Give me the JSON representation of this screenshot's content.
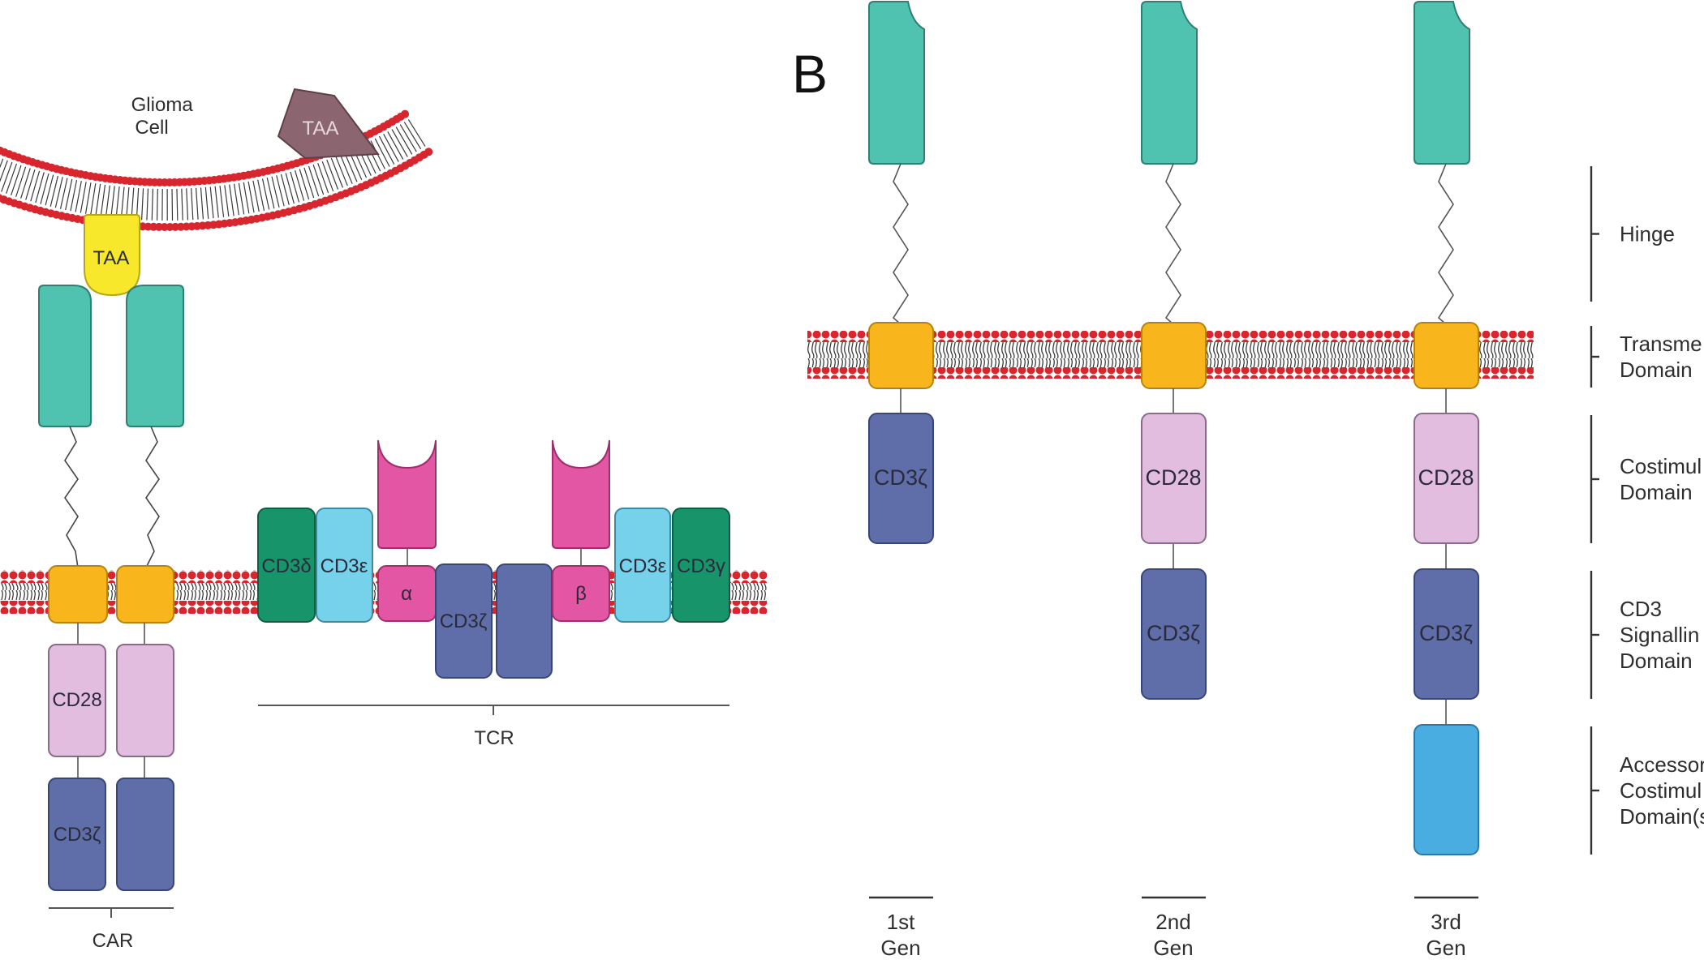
{
  "panel_b": {
    "letter": "B"
  },
  "panel_a": {
    "glioma_cell": [
      "Glioma",
      "Cell"
    ],
    "taa_labels": [
      "TAA",
      "TAA"
    ],
    "car_label": "CAR",
    "tcr_label": "TCR",
    "car_chain_labels": {
      "costim": "CD28",
      "signal": "CD3ζ"
    },
    "tcr_subunits": [
      "CD3δ",
      "CD3ε",
      "α",
      "CD3ζ",
      "β",
      "CD3ε",
      "CD3γ"
    ]
  },
  "generations": [
    {
      "label": [
        "1st",
        "Gen"
      ],
      "domains": [
        "CD3ζ"
      ]
    },
    {
      "label": [
        "2nd",
        "Gen"
      ],
      "domains": [
        "CD28",
        "CD3ζ"
      ]
    },
    {
      "label": [
        "3rd",
        "Gen"
      ],
      "domains": [
        "CD28",
        "CD3ζ",
        ""
      ]
    }
  ],
  "legend": [
    {
      "lines": [
        "Hinge"
      ]
    },
    {
      "lines": [
        "Transme",
        "Domain"
      ]
    },
    {
      "lines": [
        "Costimul",
        "Domain"
      ]
    },
    {
      "lines": [
        "CD3",
        "Signallin",
        "Domain"
      ]
    },
    {
      "lines": [
        "Accessor",
        "Costimul",
        "Domain(s"
      ]
    }
  ],
  "colors": {
    "scfv": "#4fc3b0",
    "transmembrane": "#f9b51c",
    "cd28": "#e2bde0",
    "cd3z": "#5f6ea8",
    "accessory": "#49ade2",
    "taa_yellow": "#f7e82b",
    "taa_mauve": "#8b6670",
    "tcr_alpha_beta": "#e356a4",
    "cd3_dark_green": "#18946a",
    "cd3_light_blue": "#76d1ea",
    "lipid_head": "#d7262e"
  }
}
